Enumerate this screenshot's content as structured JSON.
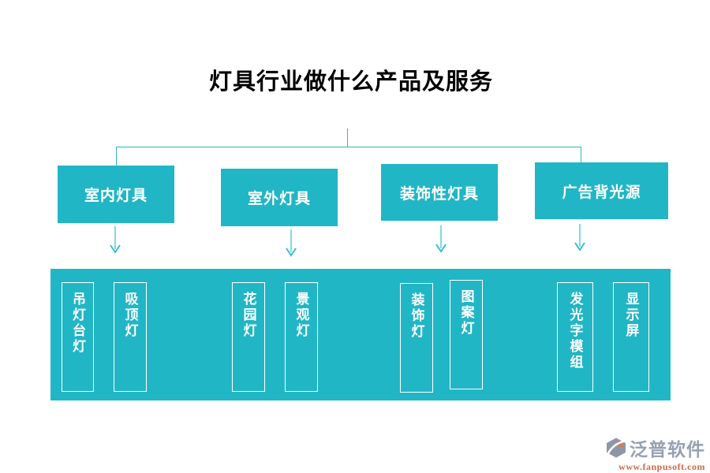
{
  "title": "灯具行业做什么产品及服务",
  "colors": {
    "node_teal": "#21b6c5",
    "connector_line": "#2bb7c8",
    "arrow_light": "#82d9e2",
    "arrow_head": "#35c0cf",
    "item_text": "#ffffff",
    "brand_gray": "#97a0b1",
    "website_orange": "#cf6a4a"
  },
  "categories": [
    {
      "label": "室内灯具",
      "items": [
        "吊灯台灯",
        "吸顶灯"
      ]
    },
    {
      "label": "室外灯具",
      "items": [
        "花园灯",
        "景观灯"
      ]
    },
    {
      "label": "装饰性灯具",
      "items": [
        "装饰灯",
        "图案灯"
      ]
    },
    {
      "label": "广告背光源",
      "items": [
        "发光字模组",
        "显示屏"
      ]
    }
  ],
  "footer": {
    "brand": "泛普软件",
    "website": "www.fanpusoft.com"
  }
}
